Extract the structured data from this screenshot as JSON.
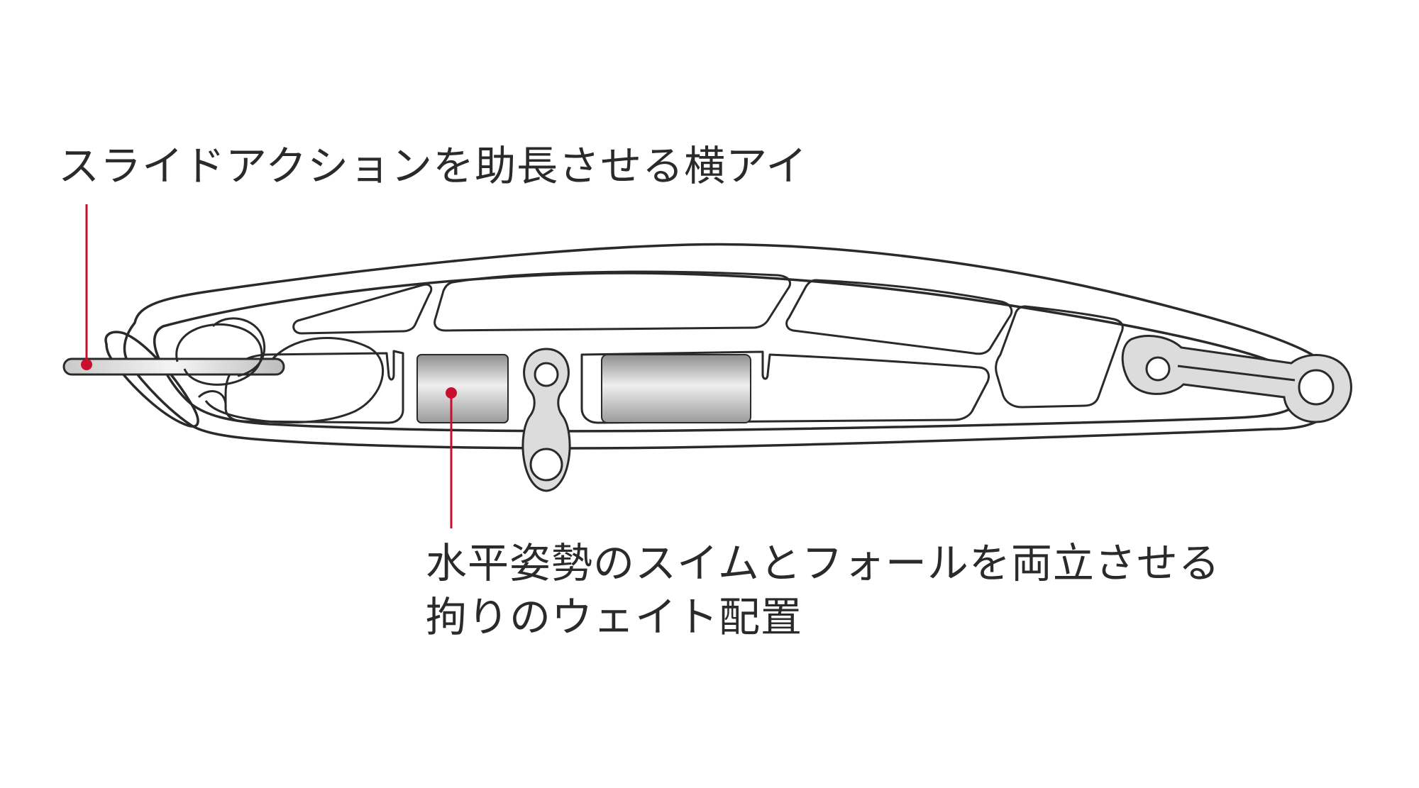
{
  "diagram": {
    "subject": "lure-internal-structure",
    "accent_color": "#c8102e",
    "outline_color": "#2a2a2a",
    "weight_fill_dark": "#9a9a9a",
    "weight_fill_light": "#e6e6e6"
  },
  "callouts": {
    "line_eye": {
      "label": "スライドアクションを助長させる横アイ"
    },
    "weight": {
      "label_line1": "水平姿勢のスイムとフォールを両立させる",
      "label_line2": "拘りのウェイト配置"
    }
  }
}
